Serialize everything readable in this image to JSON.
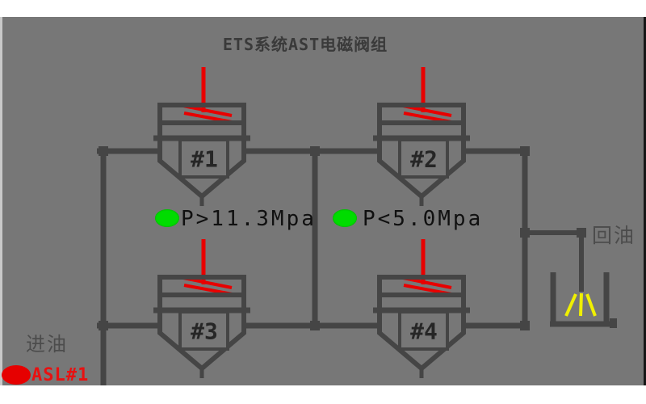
{
  "title": "ETS系统AST电磁阀组",
  "valves": [
    {
      "label": "#1"
    },
    {
      "label": "#2"
    },
    {
      "label": "#3"
    },
    {
      "label": "#4"
    }
  ],
  "indicators": [
    {
      "label": "P>11.3Mpa",
      "color": "#00dc00"
    },
    {
      "label": "P<5.0Mpa",
      "color": "#00dc00"
    }
  ],
  "labels": {
    "return_oil": "回油",
    "inlet_oil": "进油"
  },
  "asl": {
    "label": "ASL#1",
    "color": "#e60000"
  },
  "palette": {
    "panel_gray": "#777777",
    "pipe_dark": "#454545",
    "actuator_red": "#e80000",
    "drain_yellow": "#f0f000"
  }
}
